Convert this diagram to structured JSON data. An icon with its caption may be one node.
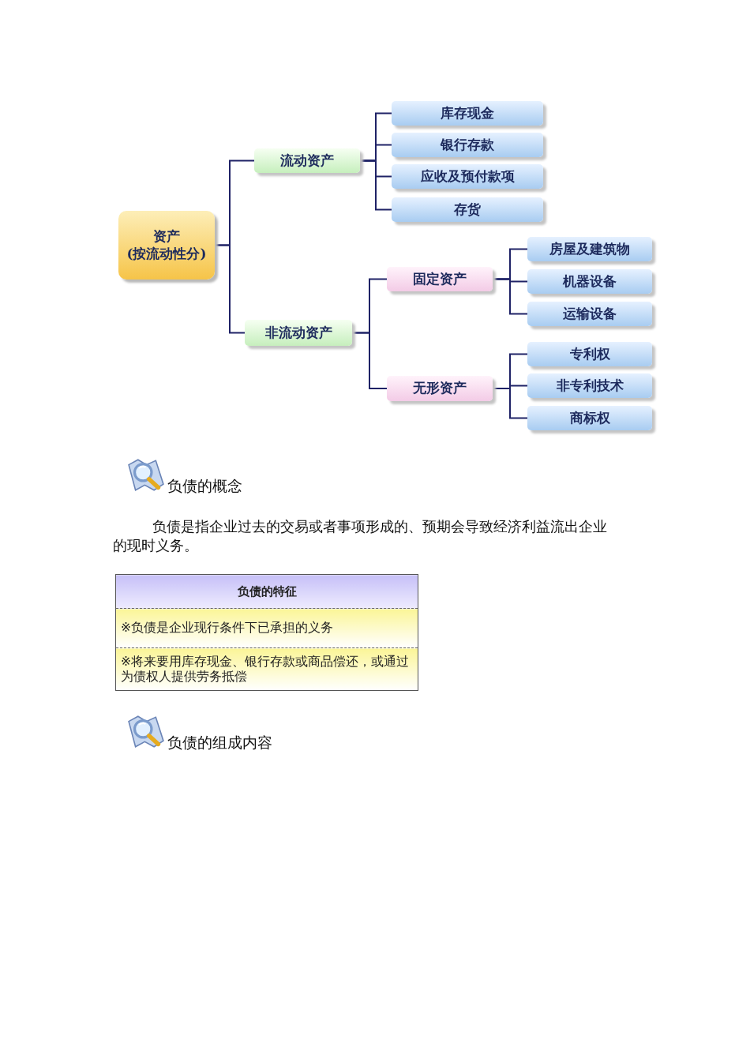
{
  "diagram": {
    "nodes": [
      {
        "text": [
          "资产",
          "(按流动性分)"
        ]
      },
      {
        "text": [
          "流动资产"
        ]
      },
      {
        "text": [
          "库存现金"
        ]
      },
      {
        "text": [
          "银行存款"
        ]
      },
      {
        "text": [
          "应收及预付款项"
        ]
      },
      {
        "text": [
          "存货"
        ]
      },
      {
        "text": [
          "非流动资产"
        ]
      },
      {
        "text": [
          "固定资产"
        ]
      },
      {
        "text": [
          "房屋及建筑物"
        ]
      },
      {
        "text": [
          "机器设备"
        ]
      },
      {
        "text": [
          "运输设备"
        ]
      },
      {
        "text": [
          "无形资产"
        ]
      },
      {
        "text": [
          "专利权"
        ]
      },
      {
        "text": [
          "非专利技术"
        ]
      },
      {
        "text": [
          "商标权"
        ]
      }
    ],
    "edges": [
      {
        "from": 0,
        "to": 1,
        "arrow": "none"
      },
      {
        "from": 1,
        "to": 2,
        "arrow": "none"
      },
      {
        "from": 1,
        "to": 3,
        "arrow": "none"
      },
      {
        "from": 1,
        "to": 4,
        "arrow": "none"
      },
      {
        "from": 1,
        "to": 5,
        "arrow": "none"
      },
      {
        "from": 0,
        "to": 6,
        "arrow": "none"
      },
      {
        "from": 6,
        "to": 7,
        "arrow": "none"
      },
      {
        "from": 7,
        "to": 8,
        "arrow": "none"
      },
      {
        "from": 7,
        "to": 9,
        "arrow": "none"
      },
      {
        "from": 7,
        "to": 10,
        "arrow": "none"
      },
      {
        "from": 6,
        "to": 11,
        "arrow": "none"
      },
      {
        "from": 11,
        "to": 12,
        "arrow": "none"
      },
      {
        "from": 11,
        "to": 13,
        "arrow": "none"
      },
      {
        "from": 11,
        "to": 14,
        "arrow": "none"
      }
    ],
    "labels": [
      "负债的概念",
      "负债是指企业过去的交易或者事项形成的、预期会导致经济利益流出企业的现时义务。",
      "负债的特征",
      "※负债是企业现行条件下已承担的义务",
      "※将来要用库存现金、银行存款或商品偿还，或通过为债权人提供劳务抵偿",
      "负债的组成内容"
    ]
  }
}
